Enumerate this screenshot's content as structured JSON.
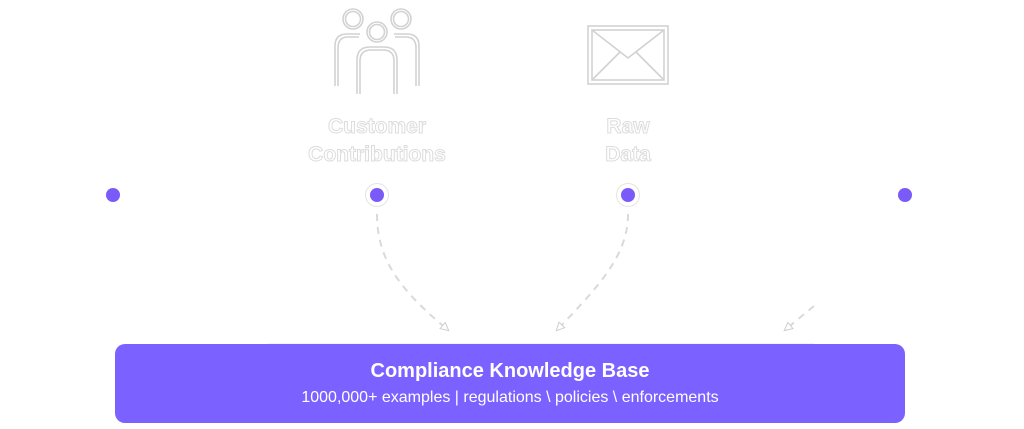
{
  "sources": [
    {
      "id": "customer",
      "icon": "people-group-icon",
      "line1": "Customer",
      "line2": "Contributions"
    },
    {
      "id": "raw",
      "icon": "envelope-icon",
      "line1": "Raw",
      "line2": "Data"
    }
  ],
  "knowledge_base": {
    "title": "Compliance Knowledge Base",
    "subtitle": "1000,000+ examples | regulations \\ policies \\ enforcements"
  },
  "colors": {
    "accent": "#7b61ff",
    "node": "#7a5af8",
    "outline": "#d6d6d6",
    "connector": "#dadada"
  }
}
